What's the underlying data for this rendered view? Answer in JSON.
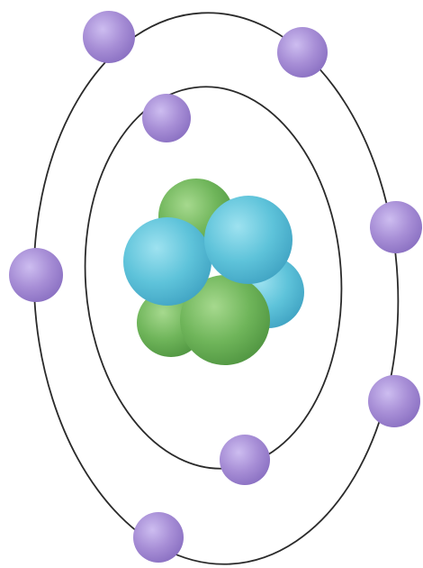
{
  "diagram": {
    "subject": "atom model",
    "nucleus": {
      "protons": 3,
      "neutrons": 4,
      "colors": {
        "proton": "#5ec3da",
        "proton_shade": "#3fa2c2",
        "proton_light": "#9ee2f0",
        "neutron": "#6fb55a",
        "neutron_shade": "#4f9440",
        "neutron_light": "#a6d98e"
      }
    },
    "shells": [
      {
        "name": "inner-shell",
        "electrons": 2
      },
      {
        "name": "outer-shell",
        "electrons": 6
      }
    ],
    "colors": {
      "electron": "#a78ed6",
      "electron_shade": "#8a70c2",
      "electron_light": "#cdbdf0",
      "orbit_line": "#2a2a2a",
      "background": "#ffffff"
    }
  }
}
